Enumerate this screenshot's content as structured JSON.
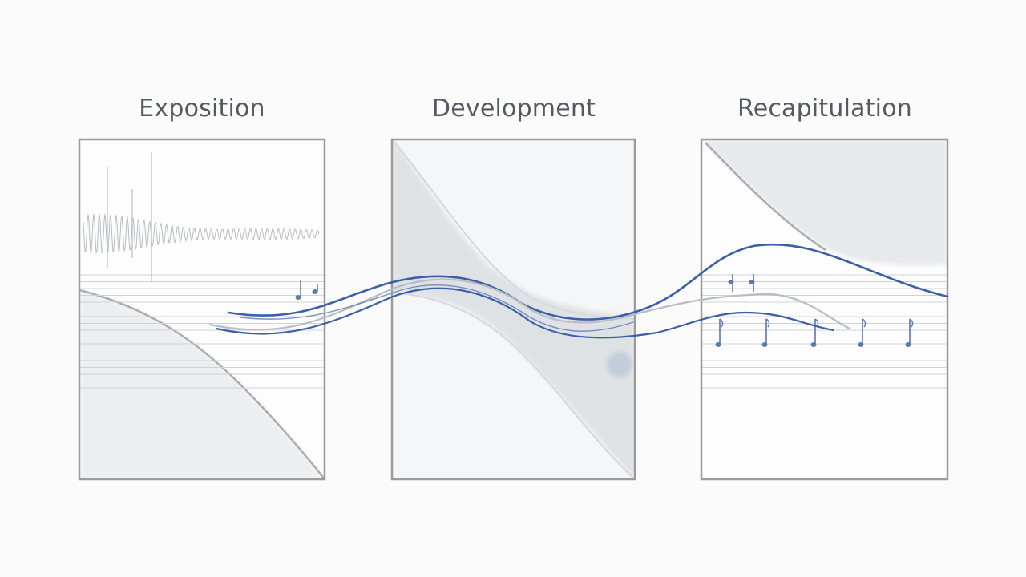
{
  "sections": [
    {
      "id": "exposition",
      "title": "Exposition"
    },
    {
      "id": "development",
      "title": "Development"
    },
    {
      "id": "recapitulation",
      "title": "Recapitulation"
    }
  ],
  "colors": {
    "frame": "#9b9b9b",
    "staff": "#cfd3d8",
    "thread_blue": "#3c5fa8",
    "thread_gray": "#b9bdc3",
    "wash": "#d9dde2",
    "note": "#5a78b4",
    "waveform": "#b9bcc0"
  },
  "icons": [
    "waveform-icon",
    "music-note-icon",
    "music-staff",
    "flowing-thread-line"
  ]
}
